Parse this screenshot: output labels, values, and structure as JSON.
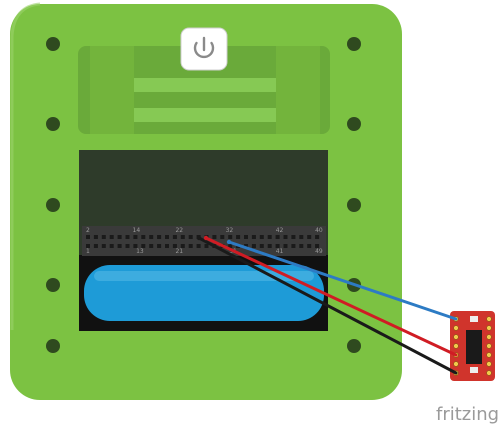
{
  "header_numbers": {
    "top": [
      "2",
      "",
      "",
      "",
      "",
      "",
      "",
      "",
      "",
      "",
      "",
      "",
      "",
      "14",
      "",
      "",
      "",
      "",
      "",
      "",
      "",
      "",
      "",
      "",
      "",
      "22",
      "",
      "",
      "",
      "",
      "",
      "",
      "",
      "",
      "",
      "",
      "",
      "",
      "",
      "32",
      "",
      "",
      "",
      "",
      "",
      "",
      "",
      "",
      "",
      "",
      "",
      "",
      "",
      "42",
      "",
      "",
      "",
      "",
      "",
      "",
      "",
      "",
      "",
      "",
      "40"
    ],
    "bottom": [
      "1",
      "",
      "",
      "",
      "",
      "",
      "",
      "",
      "",
      "",
      "",
      "",
      "",
      "",
      "13",
      "",
      "",
      "",
      "",
      "",
      "",
      "",
      "",
      "",
      "",
      "21",
      "",
      "",
      "",
      "",
      "",
      "",
      "",
      "",
      "",
      "",
      "",
      "",
      "",
      "",
      "31",
      "",
      "",
      "",
      "",
      "",
      "",
      "",
      "",
      "",
      "",
      "",
      "",
      "41",
      "",
      "",
      "",
      "",
      "",
      "",
      "",
      "",
      "",
      "",
      "49"
    ]
  },
  "brand": {
    "label": "fritzing"
  },
  "wires": [
    {
      "name": "blue-wire",
      "color": "#2d7bc4"
    },
    {
      "name": "red-wire",
      "color": "#d01c24"
    },
    {
      "name": "black-wire",
      "color": "#1a1a1a"
    }
  ],
  "colors": {
    "case_green": "#7cc242",
    "case_shadow": "#5f9a31",
    "board_dark": "#2e3b2a",
    "battery_blue": "#1e9bd7",
    "module_red": "#d0342c"
  },
  "icons": {
    "power_button": "power-icon"
  }
}
